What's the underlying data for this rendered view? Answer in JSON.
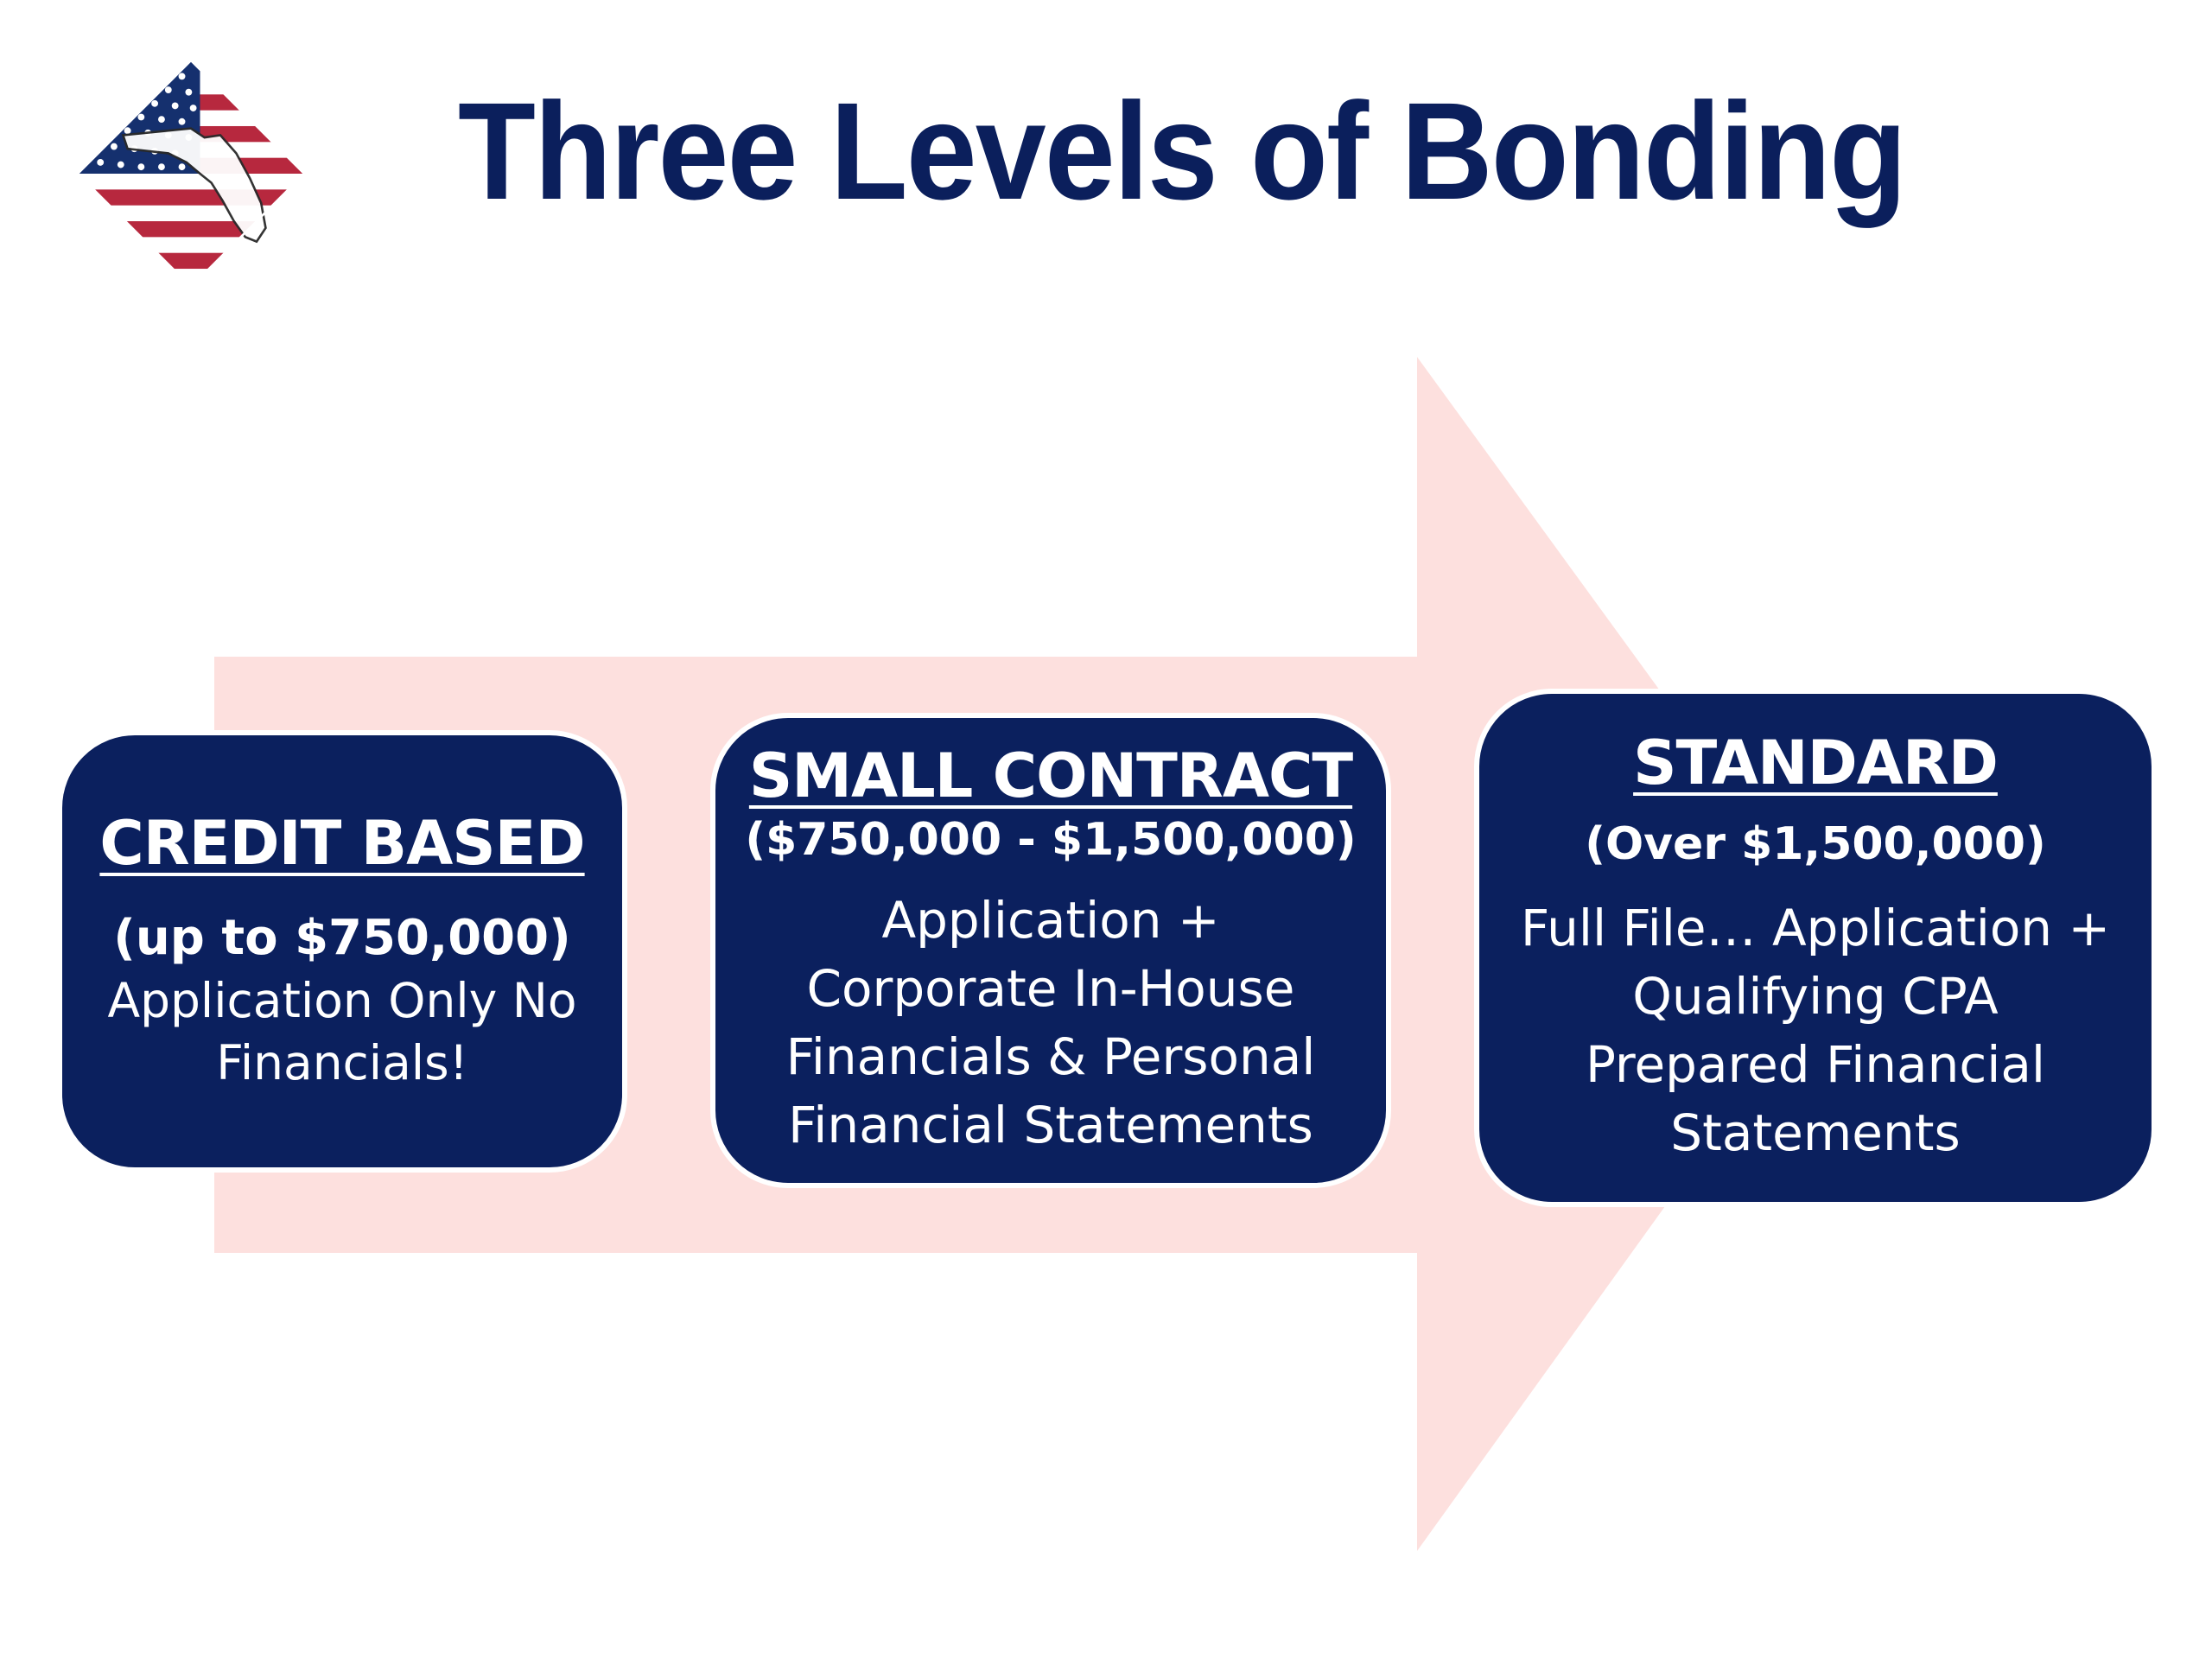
{
  "slide": {
    "title": "Three Levels of Bonding",
    "colors": {
      "navy": "#0b205e",
      "arrow_fill": "#fde0de",
      "flag_red": "#b7283e",
      "flag_blue": "#15306e"
    },
    "logo_icon": "florida-flag-diamond-icon",
    "levels": [
      {
        "title": "CREDIT BASED",
        "range": "(up to $750,000)",
        "description": [
          "Application Only No",
          "Financials!"
        ]
      },
      {
        "title": "SMALL CONTRACT",
        "range": "($750,000 - $1,500,000)",
        "description": [
          "Application +",
          "Corporate In-House",
          "Financials & Personal",
          "Financial Statements"
        ]
      },
      {
        "title": "STANDARD",
        "range": "(Over $1,500,000)",
        "description": [
          "Full File… Application +",
          "Qualifying CPA",
          "Prepared Financial",
          "Statements"
        ]
      }
    ]
  }
}
